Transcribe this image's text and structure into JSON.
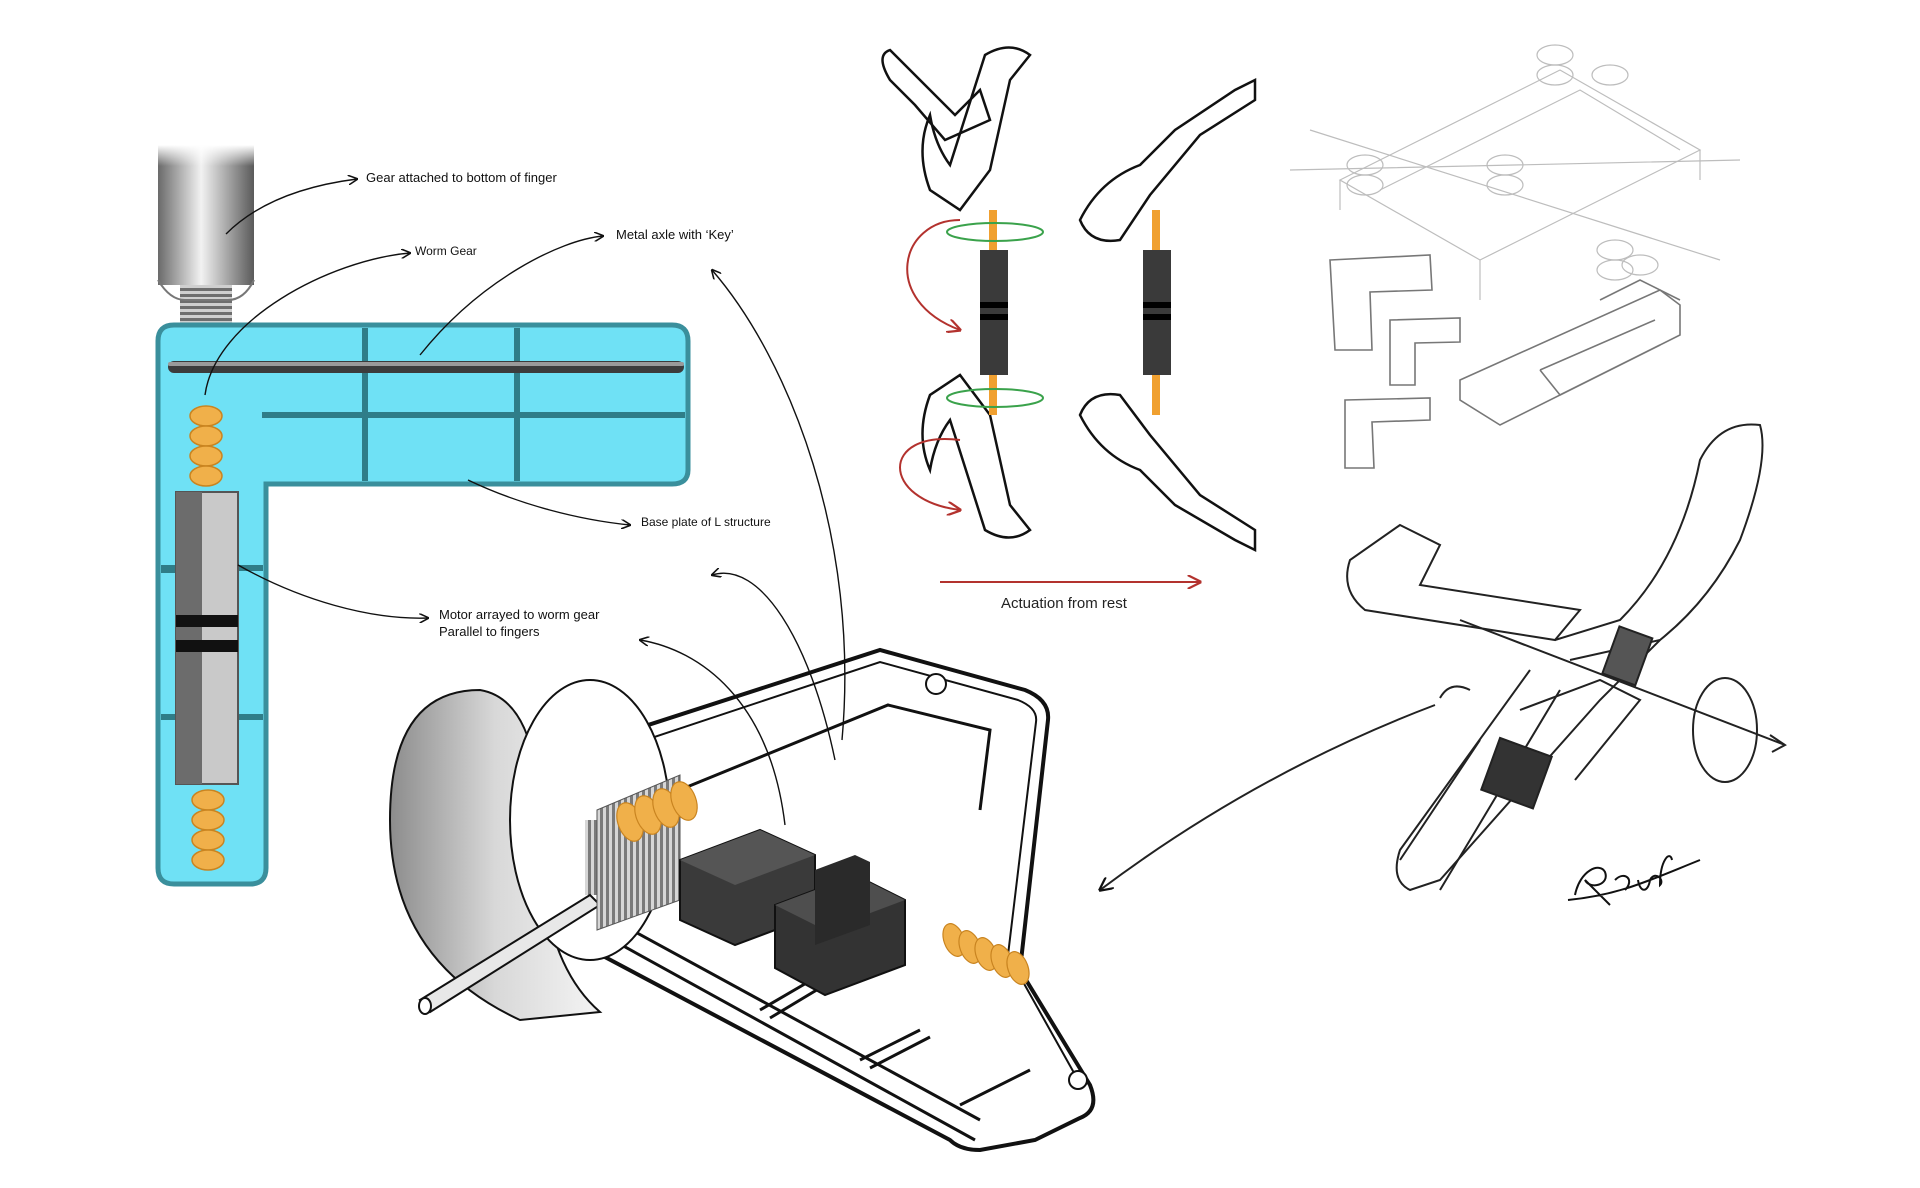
{
  "labels": {
    "gear_bottom": "Gear attached to bottom of finger",
    "worm_gear": "Worm Gear",
    "metal_axle": "Metal axle with ‘Key’",
    "base_plate": "Base plate of L structure",
    "motor_line1": "Motor arrayed to worm gear",
    "motor_line2": "Parallel to fingers",
    "actuation": "Actuation from rest"
  },
  "signature": "Rauf",
  "colors": {
    "plate_fill": "#6fe1f5",
    "plate_stroke": "#3a8f9c",
    "gear_orange": "#f0b04a",
    "actuation_arrow": "#b3322e",
    "rotation_green": "#3aa24b",
    "axle_orange": "#f0a030",
    "motor_dark": "#3a3a3a"
  }
}
